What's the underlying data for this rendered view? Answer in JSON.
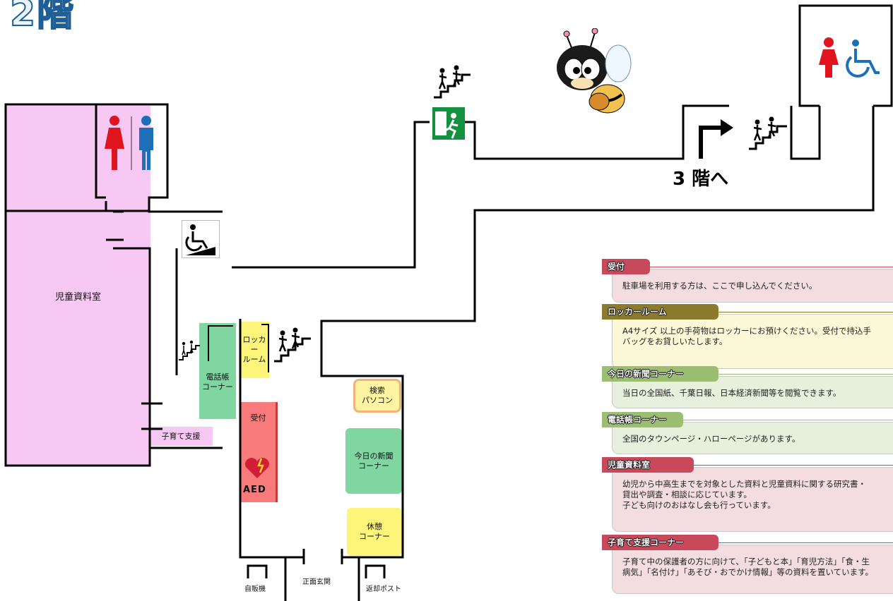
{
  "floor": {
    "title": "2階"
  },
  "rooms": {
    "children_room": "児童資料室",
    "phonebook": "電話帳\nコーナー",
    "locker": "ロッカー\nルーム",
    "reception": "受付",
    "search_pc": "検索\nパソコン",
    "newspaper": "今日の新聞\nコーナー",
    "rest": "休憩\nコーナー",
    "childcare": "子育て支援"
  },
  "labels": {
    "vending": "自販機",
    "entrance": "正面玄関",
    "return_post": "返却ポスト",
    "to_3f": "3 階へ",
    "aed": "AED"
  },
  "icons": {
    "restroom_left": [
      "female-restroom-icon",
      "male-restroom-icon"
    ],
    "restroom_right": [
      "female-restroom-icon",
      "wheelchair-icon"
    ],
    "accessibility": "wheelchair-ramp-icon",
    "emergency_exit": "emergency-exit-icon",
    "stairs": "stairs-icon",
    "mascot": "bee-mascot-icon",
    "aed": "aed-heart-icon"
  },
  "legend": [
    {
      "title": "受付",
      "desc": "駐車場を利用する方は、ここで申し込んでください。",
      "header_color": "#c8495b",
      "box_color": "#f3dde1"
    },
    {
      "title": "ロッカールーム",
      "desc": "A4サイズ 以上の手荷物はロッカーにお預けください。受付で持込手\nバッグをお貸しいたします。",
      "header_color": "#8c7a2d",
      "box_color": "#faf8d6"
    },
    {
      "title": "今日の新聞コーナー",
      "desc": "当日の全国紙、千葉日報、日本経済新聞等を閲覧できます。",
      "header_color": "#9bbe72",
      "box_color": "#e6f0dc"
    },
    {
      "title": "電話帳コーナー",
      "desc": "全国のタウンページ・ハローページがあります。",
      "header_color": "#9bbe72",
      "box_color": "#e6f0dc"
    },
    {
      "title": "児童資料室",
      "desc": "幼児から中高生までを対象とした資料と児童資料に関する研究書・\n貸出や調査・相談に応じています。\n子ども向けのおはなし会も行っています。",
      "header_color": "#c8495b",
      "box_color": "#f3dde1"
    },
    {
      "title": "子育て支援コーナー",
      "desc": "子育て中の保護者の方に向けて、「子どもと本」「育児方法」「食・生\n病気」「名付け」「あそび・おでかけ情報」等の資料を置いています。",
      "header_color": "#c8495b",
      "box_color": "#f3dde1"
    }
  ],
  "colors": {
    "children_room": "#f7c8f4",
    "green_room": "#7fd6a0",
    "yellow_room": "#fdf57a",
    "reception": "#f97a7a",
    "exit_green": "#14913f",
    "female": "#e0141c",
    "male": "#1d6fb8",
    "wall": "#000000"
  }
}
